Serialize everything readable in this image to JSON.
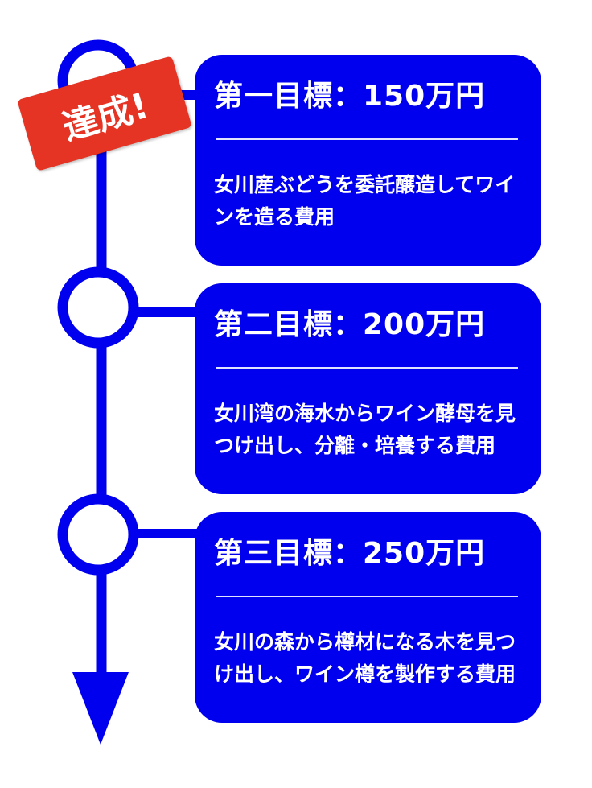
{
  "colors": {
    "accent": "#0000ee",
    "badge": "#e53424",
    "text": "#ffffff"
  },
  "badge": {
    "label": "達成!"
  },
  "goals": [
    {
      "title": "第一目標：150万円",
      "description": "女川産ぶどうを委託醸造してワインを造る費用",
      "achieved": true
    },
    {
      "title": "第二目標：200万円",
      "description": "女川湾の海水からワイン酵母を見つけ出し、分離・培養する費用",
      "achieved": false
    },
    {
      "title": "第三目標：250万円",
      "description": "女川の森から樽材になる木を見つけ出し、ワイン樽を製作する費用",
      "achieved": false
    }
  ]
}
